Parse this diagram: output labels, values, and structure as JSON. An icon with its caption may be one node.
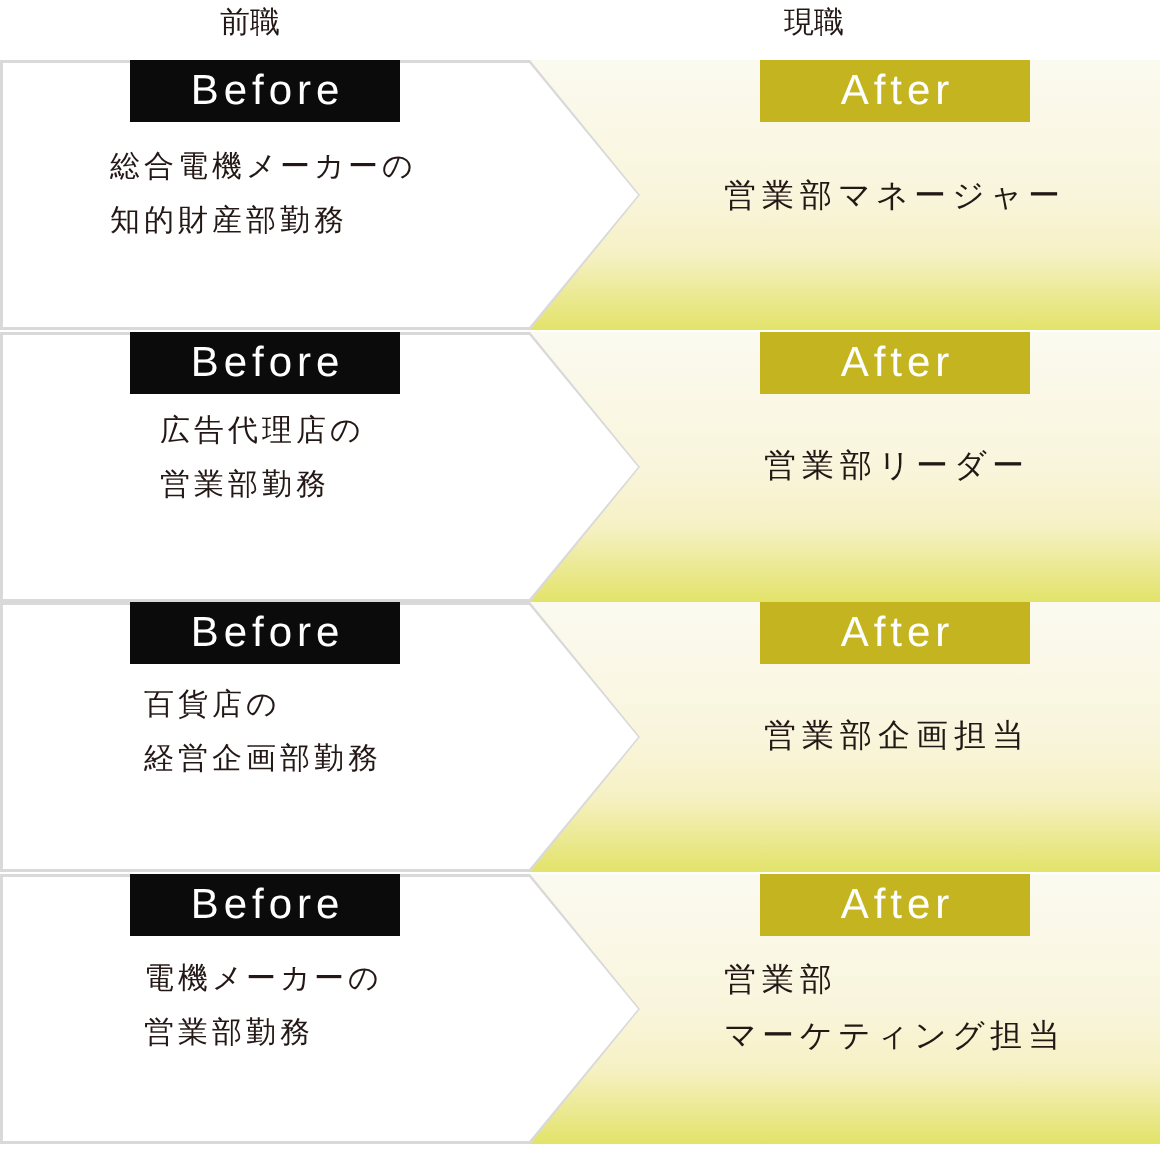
{
  "diagram": {
    "nodes": [
      {
        "text": [
          "総合電機メーカーの知的財産部勤務"
        ]
      },
      {
        "text": [
          "Before"
        ],
        "in": 0
      },
      {
        "text": [
          "営業部マネージャー"
        ]
      },
      {
        "text": [
          "After"
        ],
        "in": 2
      },
      {
        "text": [
          "広告代理店の営業部勤務"
        ]
      },
      {
        "text": [
          "Before"
        ],
        "in": 4
      },
      {
        "text": [
          "営業部リーダー"
        ]
      },
      {
        "text": [
          "After"
        ],
        "in": 6
      },
      {
        "text": [
          "百貨店の経営企画部勤務"
        ]
      },
      {
        "text": [
          "Before"
        ],
        "in": 8
      },
      {
        "text": [
          "営業部企画担当"
        ]
      },
      {
        "text": [
          "After"
        ],
        "in": 10
      },
      {
        "text": [
          "電機メーカーの営業部勤務"
        ]
      },
      {
        "text": [
          "Before"
        ],
        "in": 12
      },
      {
        "text": [
          "営業部マーケティング担当"
        ]
      },
      {
        "text": [
          "After"
        ],
        "in": 14
      }
    ],
    "labels": [
      "前職",
      "現職"
    ]
  }
}
